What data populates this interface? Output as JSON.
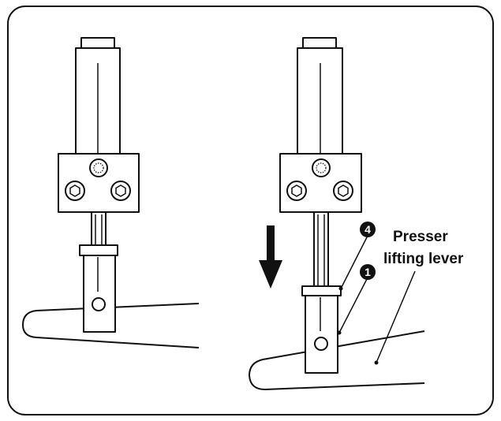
{
  "callouts": [
    {
      "number": "4"
    },
    {
      "number": "1"
    }
  ],
  "labels": {
    "presser_lifting_lever_line1": "Presser",
    "presser_lifting_lever_line2": "lifting lever"
  },
  "colors": {
    "ink": "#111111",
    "background": "#ffffff"
  },
  "icons": {
    "direction_arrow": "down-arrow-icon"
  }
}
